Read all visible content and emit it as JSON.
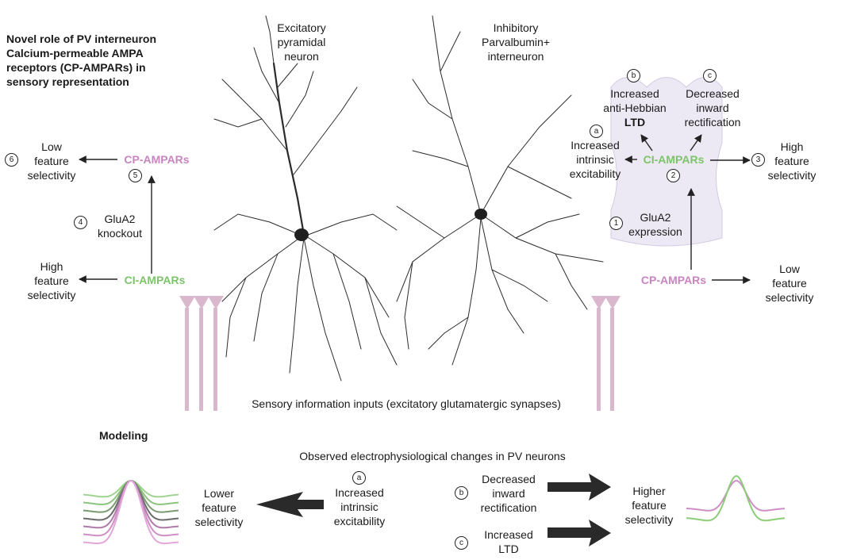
{
  "title": "Novel role of PV interneuron Calcium-permeable AMPA receptors (CP-AMPARs) in sensory representation",
  "excitatory_neuron_label": [
    "Excitatory",
    "pyramidal",
    "neuron"
  ],
  "inhibitory_neuron_label": [
    "Inhibitory",
    "Parvalbumin+",
    "interneuron"
  ],
  "left": {
    "low_feature_selectivity": [
      "Low",
      "feature",
      "selectivity"
    ],
    "cp_ampars": "CP-AMPARs",
    "step5": "5",
    "step6": "6",
    "step4": "4",
    "glua2_knockout": [
      "GluA2",
      "knockout"
    ],
    "ci_ampars": "CI-AMPARs",
    "high_feature_selectivity": [
      "High",
      "feature",
      "selectivity"
    ]
  },
  "right": {
    "step_b": "b",
    "step_c": "c",
    "step_a": "a",
    "increased_anti_hebbian": [
      "Increased",
      "anti-Hebbian",
      "LTD"
    ],
    "decreased_inward": [
      "Decreased",
      "inward",
      "rectification"
    ],
    "increased_intrinsic": [
      "Increased",
      "intrinsic",
      "excitability"
    ],
    "ci_ampars": "CI-AMPARs",
    "step2": "2",
    "step3": "3",
    "high_feature_selectivity": [
      "High",
      "feature",
      "selectivity"
    ],
    "step1": "1",
    "glua2_expression": [
      "GluA2",
      "expression"
    ],
    "cp_ampars": "CP-AMPARs",
    "low_feature_selectivity": [
      "Low",
      "feature",
      "selectivity"
    ]
  },
  "sensory_inputs": "Sensory information inputs (excitatory glutamatergic synapses)",
  "modeling": {
    "heading": "Modeling",
    "subtitle": "Observed electrophysiological changes in PV neurons",
    "lower_feature_selectivity": [
      "Lower",
      "feature",
      "selectivity"
    ],
    "step_a": "a",
    "increased_intrinsic": [
      "Increased",
      "intrinsic",
      "excitability"
    ],
    "step_b": "b",
    "decreased_inward": [
      "Decreased",
      "inward",
      "rectification"
    ],
    "step_c": "c",
    "increased_ltd": [
      "Increased",
      "LTD"
    ],
    "higher_feature_selectivity": [
      "Higher",
      "feature",
      "selectivity"
    ]
  },
  "colors": {
    "pink": "#c985c1",
    "green": "#7cc46a",
    "synapse": "#d9b8cd",
    "neuron": "#2b2b2b"
  }
}
